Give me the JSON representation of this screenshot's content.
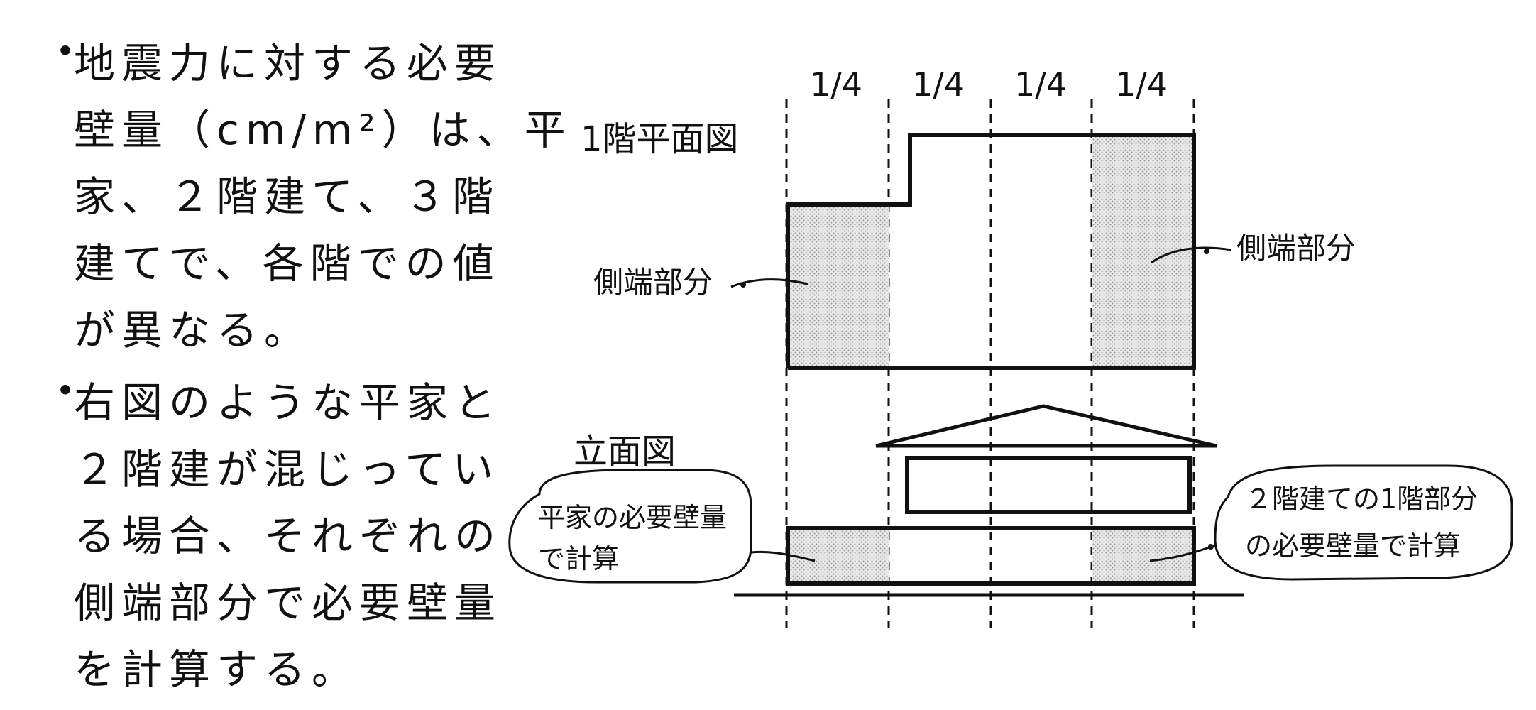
{
  "notes": [
    {
      "lines": [
        "地震力に対する必要",
        "壁量（cm/m²）は、平",
        "家、２階建て、３階",
        "建てで、各階での値",
        "が異なる。"
      ]
    },
    {
      "lines": [
        "右図のような平家と",
        "２階建が混じってい",
        "る場合、それぞれの",
        "側端部分で必要壁量",
        "を計算する。"
      ]
    }
  ],
  "diagram": {
    "divisions": [
      "1/4",
      "1/4",
      "1/4",
      "1/4"
    ],
    "plan_title": "1階平面図",
    "elevation_title": "立面図",
    "side_label_left": "側端部分",
    "side_label_right": "側端部分",
    "bubble_left": [
      "平家の必要壁量",
      "で計算"
    ],
    "bubble_right": [
      "２階建ての1階部分",
      "の必要壁量で計算"
    ]
  },
  "colors": {
    "ink": "#111111",
    "shade": "#d9d9d9"
  }
}
